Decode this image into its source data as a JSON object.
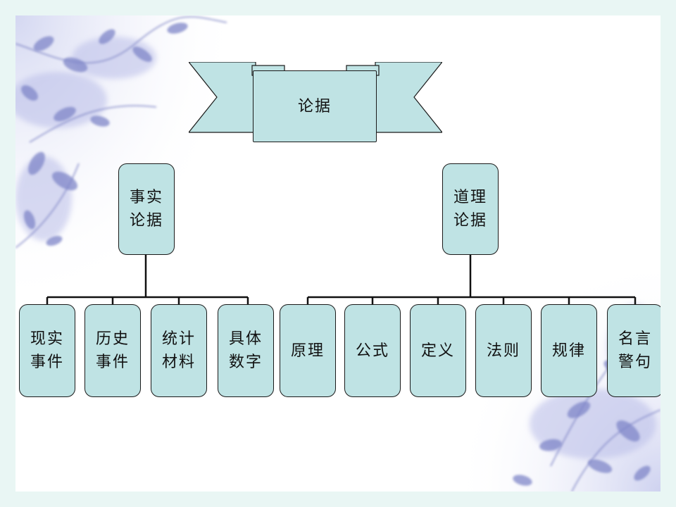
{
  "title": "论据",
  "categories": [
    {
      "label": "事实\n论据",
      "children": [
        "现实\n事件",
        "历史\n事件",
        "统计\n材料",
        "具体\n数字"
      ]
    },
    {
      "label": "道理\n论据",
      "children": [
        "原理",
        "公式",
        "定义",
        "法则",
        "规律",
        "名言\n警句"
      ]
    }
  ],
  "colors": {
    "node_fill": "#bfe3e4",
    "node_border": "#1a1a1a",
    "outer_background": "#e9f6f4",
    "decor_leaves": "#7f86c8"
  }
}
